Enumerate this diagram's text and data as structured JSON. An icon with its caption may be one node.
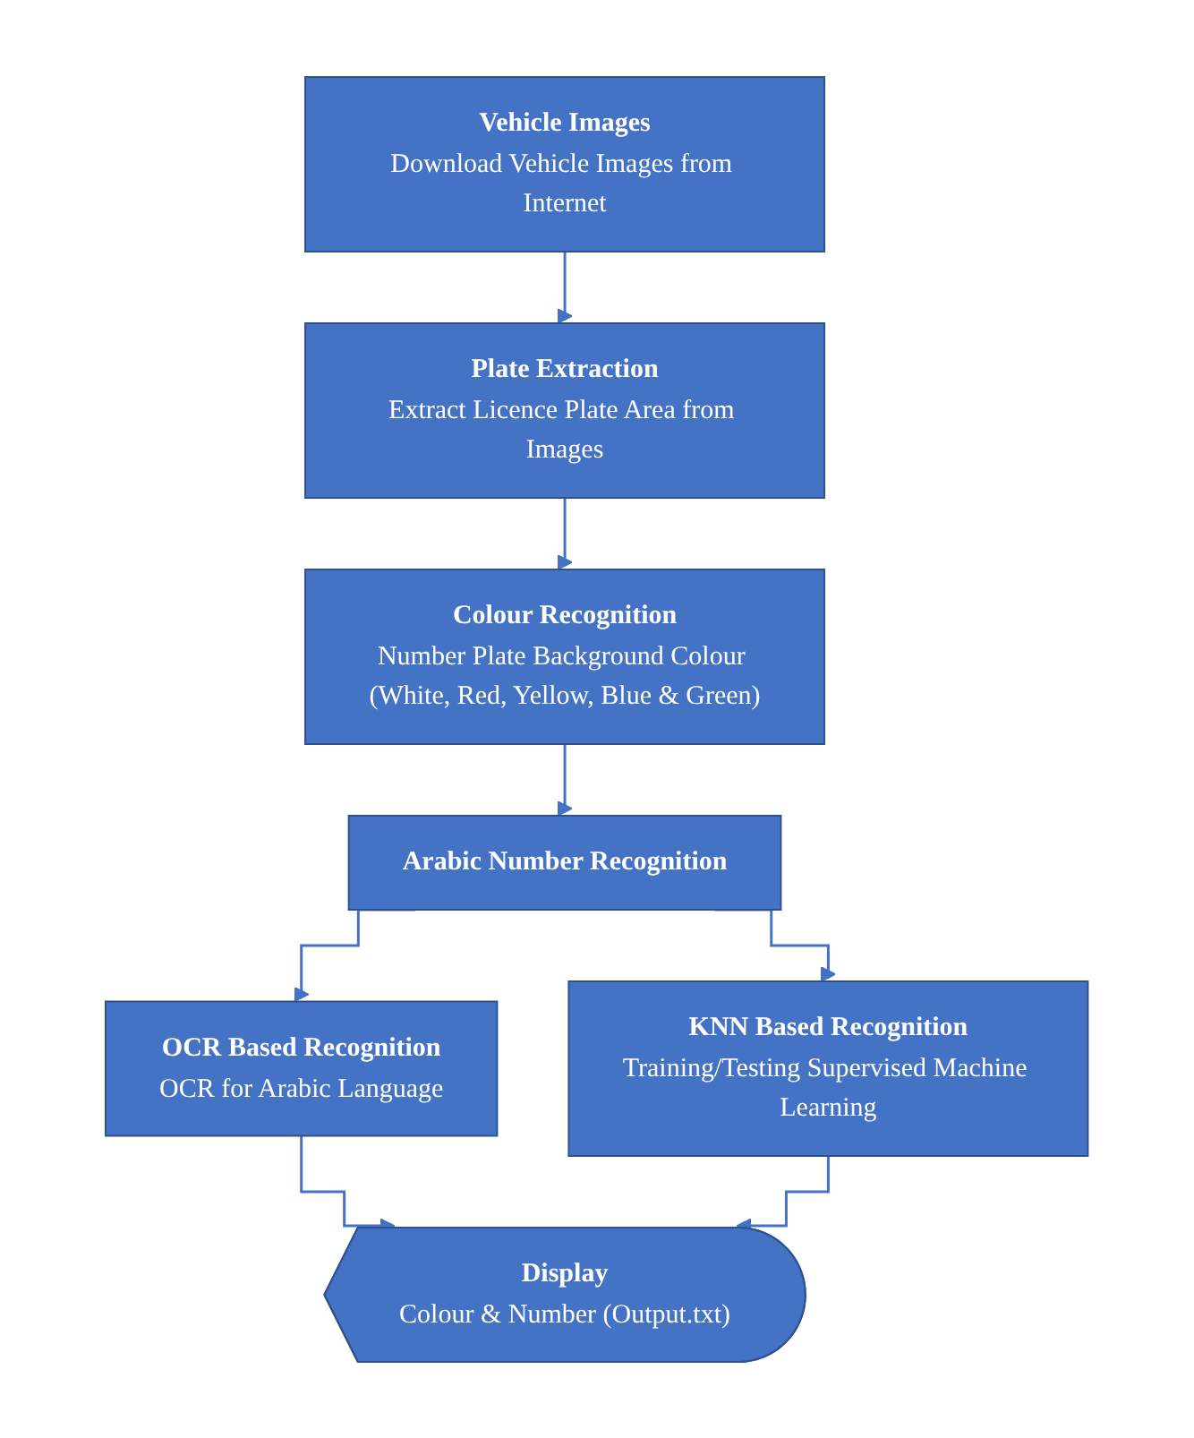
{
  "diagram": {
    "nodes": [
      {
        "text": [
          "Vehicle Images",
          "Download Vehicle Images from Internet"
        ]
      },
      {
        "text": [
          "Plate Extraction",
          "Extract Licence Plate Area from Images"
        ]
      },
      {
        "text": [
          "Colour Recognition",
          "Number Plate Background Colour (White, Red, Yellow, Blue & Green)"
        ]
      },
      {
        "text": [
          "Arabic Number Recognition"
        ]
      },
      {
        "text": [
          "OCR Based Recognition",
          "OCR for Arabic Language"
        ]
      },
      {
        "text": [
          "KNN Based Recognition",
          "Training/Testing Supervised Machine Learning"
        ]
      },
      {
        "text": [
          "Display",
          "Colour & Number (Output.txt)"
        ]
      }
    ],
    "edges": [
      {
        "from": 0,
        "to": 1,
        "arrow": "to"
      },
      {
        "from": 1,
        "to": 2,
        "arrow": "to"
      },
      {
        "from": 2,
        "to": 3,
        "arrow": "to"
      },
      {
        "from": 3,
        "to": 4,
        "arrow": "to"
      },
      {
        "from": 3,
        "to": 5,
        "arrow": "to"
      },
      {
        "from": 4,
        "to": 6,
        "arrow": "to"
      },
      {
        "from": 5,
        "to": 6,
        "arrow": "to"
      }
    ]
  }
}
